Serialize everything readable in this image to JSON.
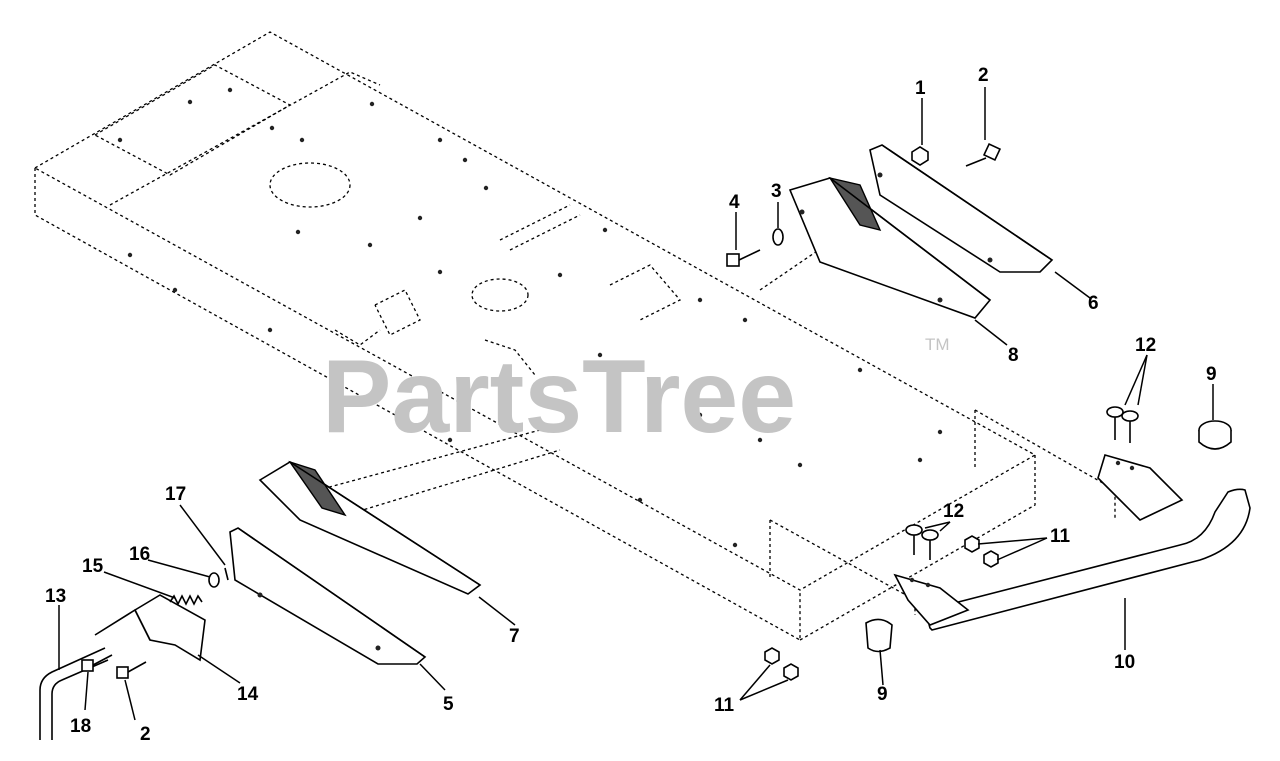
{
  "watermark": {
    "text": "PartsTree",
    "trademark": "TM",
    "color": "#c4c4c4"
  },
  "callouts": {
    "c1": "1",
    "c2_top": "2",
    "c3": "3",
    "c4": "4",
    "c6": "6",
    "c8": "8",
    "c12_right": "12",
    "c9_right": "9",
    "c12_mid": "12",
    "c11_mid": "11",
    "c17": "17",
    "c16": "16",
    "c15": "15",
    "c13": "13",
    "c7": "7",
    "c14": "14",
    "c5": "5",
    "c18": "18",
    "c2_bottom": "2",
    "c11_bottom": "11",
    "c9_bottom": "9",
    "c10": "10"
  },
  "parts": {
    "frame": "frame-outline",
    "rear_bumper": "bumper-tube",
    "pto_guard_front": "guard-bracket",
    "pto_guard_rear": "guard-bracket",
    "bracket_14": "mount-bracket"
  }
}
